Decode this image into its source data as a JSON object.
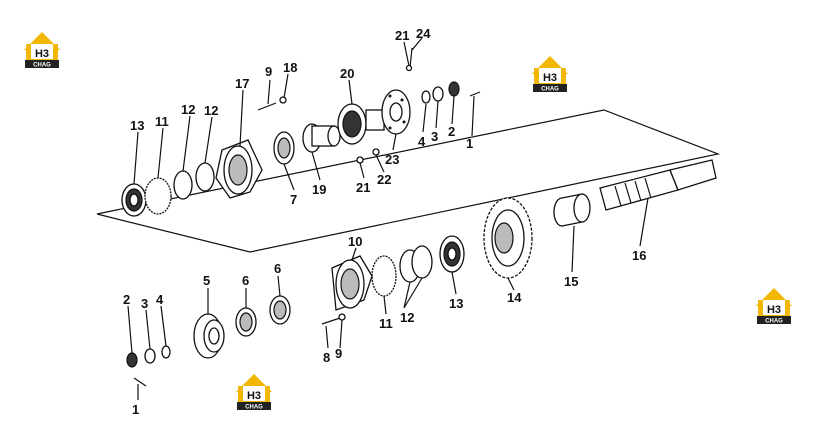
{
  "logo": {
    "mark": "H3",
    "word": "CHAG",
    "accent": "#f2b705"
  },
  "colors": {
    "line": "#111111",
    "background": "#ffffff"
  },
  "labels": {
    "upper": [
      "13",
      "11",
      "12",
      "12",
      "17",
      "9",
      "18",
      "20",
      "21",
      "24",
      "4",
      "3",
      "2",
      "1",
      "7",
      "19",
      "21",
      "22",
      "23"
    ],
    "lower": [
      "2",
      "3",
      "4",
      "1",
      "5",
      "6",
      "6",
      "8",
      "9",
      "10",
      "11",
      "12",
      "13",
      "14",
      "15",
      "16"
    ]
  }
}
